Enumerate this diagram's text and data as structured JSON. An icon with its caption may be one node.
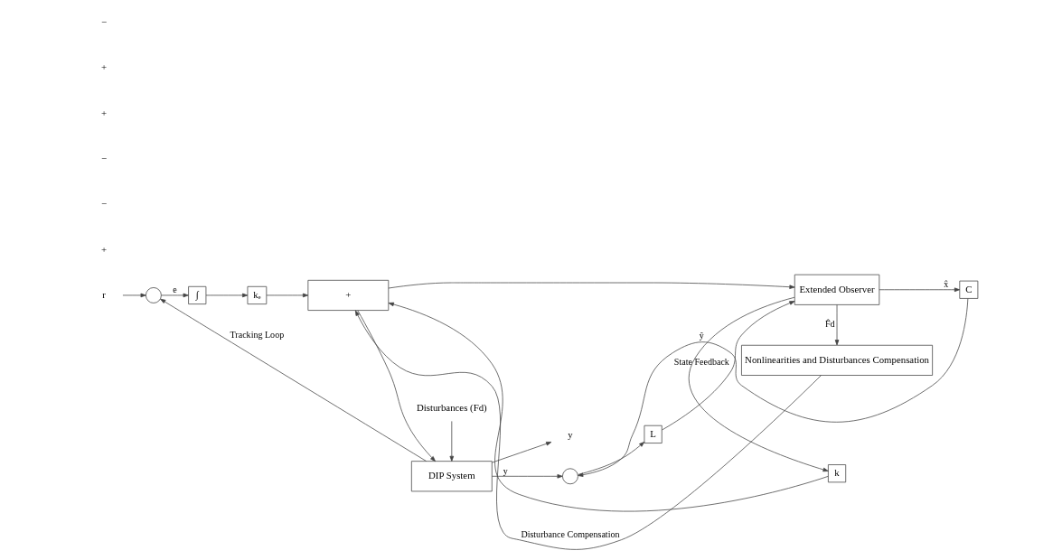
{
  "diagram": {
    "nodes": [
      {
        "text": [
          "r"
        ]
      },
      {
        "text": [],
        "shape": "circle"
      },
      {
        "text": [
          "∫"
        ]
      },
      {
        "text": [
          "kₑ"
        ]
      },
      {
        "text": [
          "+"
        ]
      },
      {
        "text": [
          "Disturbances (Fd)"
        ]
      },
      {
        "text": [
          "DIP System"
        ]
      },
      {
        "text": [
          "y"
        ]
      },
      {
        "text": [],
        "shape": "circle"
      },
      {
        "text": [
          "L"
        ]
      },
      {
        "text": [
          "k"
        ]
      },
      {
        "text": [
          "Extended Observer"
        ]
      },
      {
        "text": [
          "C"
        ]
      },
      {
        "text": [
          "Nonlinearities and Disturbances Compensation"
        ]
      }
    ],
    "edges": [
      {
        "from": 0,
        "to": 1,
        "arrow": "to"
      },
      {
        "from": 1,
        "to": 2,
        "arrow": "to",
        "label": "e"
      },
      {
        "from": 2,
        "to": 3,
        "arrow": "to"
      },
      {
        "from": 3,
        "to": 4,
        "arrow": "to"
      },
      {
        "from": 4,
        "to": 6,
        "arrow": "to"
      },
      {
        "from": 5,
        "to": 6,
        "arrow": "to"
      },
      {
        "from": 6,
        "to": 7,
        "arrow": "to"
      },
      {
        "from": 6,
        "to": 8,
        "arrow": "to",
        "label": "y"
      },
      {
        "from": 8,
        "to": 9,
        "arrow": "to"
      },
      {
        "from": 9,
        "to": 11,
        "arrow": "to"
      },
      {
        "from": 4,
        "to": 11,
        "arrow": "to"
      },
      {
        "from": 11,
        "to": 12,
        "arrow": "to",
        "label": "x̂"
      },
      {
        "from": 12,
        "to": 8,
        "arrow": "to",
        "label": "ŷ"
      },
      {
        "from": 11,
        "to": 13,
        "arrow": "to",
        "label": "F̂d"
      },
      {
        "from": 13,
        "to": 4,
        "arrow": "to",
        "label": "Disturbance Compensation"
      },
      {
        "from": 11,
        "to": 10,
        "arrow": "to",
        "label": "State Feedback"
      },
      {
        "from": 10,
        "to": 4,
        "arrow": "to"
      },
      {
        "from": 6,
        "to": 1,
        "arrow": "to",
        "label": "Tracking Loop"
      }
    ],
    "labels": [
      "+",
      "−",
      "−",
      "+",
      "+",
      "−"
    ]
  }
}
